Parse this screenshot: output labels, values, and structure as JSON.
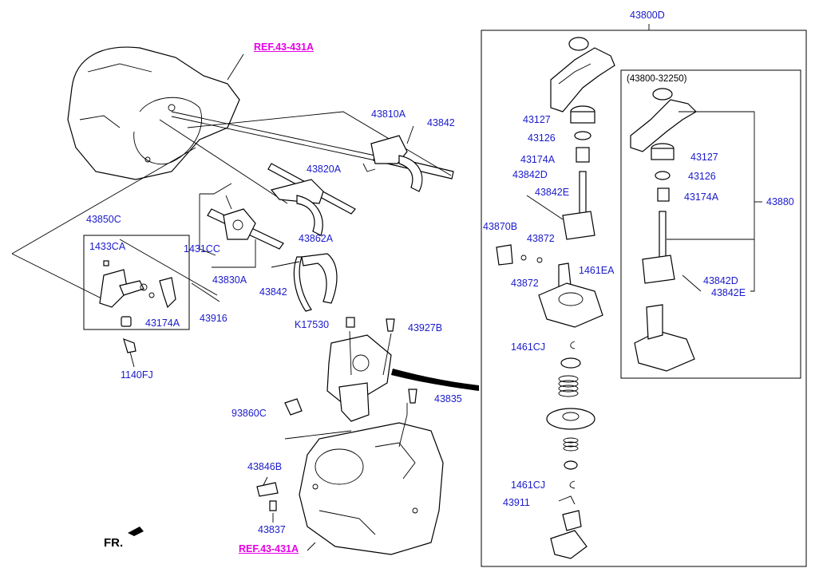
{
  "references": {
    "top": "REF.43-431A",
    "bottom": "REF.43-431A"
  },
  "direction_label": "FR.",
  "assembly_box": {
    "label": "43800D",
    "inner_label": "(43800-32250)",
    "inner_part": "43880"
  },
  "labels": {
    "l43810A": "43810A",
    "l43842_top": "43842",
    "l43820A": "43820A",
    "l43850C": "43850C",
    "l1433CA": "1433CA",
    "l1431CC": "1431CC",
    "l43862A": "43862A",
    "l43830A": "43830A",
    "l43842_mid": "43842",
    "l43174A_left": "43174A",
    "l43916": "43916",
    "l1140FJ": "1140FJ",
    "lK17530": "K17530",
    "l43927B": "43927B",
    "l93860C": "93860C",
    "l43835": "43835",
    "l43846B": "43846B",
    "l43837": "43837",
    "r43127": "43127",
    "r43126": "43126",
    "r43174A": "43174A",
    "r43842D": "43842D",
    "r43842E": "43842E",
    "r43870B": "43870B",
    "r43872_a": "43872",
    "r43872_b": "43872",
    "r1461EA": "1461EA",
    "r1461CJ_a": "1461CJ",
    "r1461CJ_b": "1461CJ",
    "r43911": "43911",
    "i43127": "43127",
    "i43126": "43126",
    "i43174A": "43174A",
    "i43842D": "43842D",
    "i43842E": "43842E"
  },
  "colors": {
    "part_number": "#1a1acc",
    "reference": "#e600e6",
    "line": "#000000"
  }
}
